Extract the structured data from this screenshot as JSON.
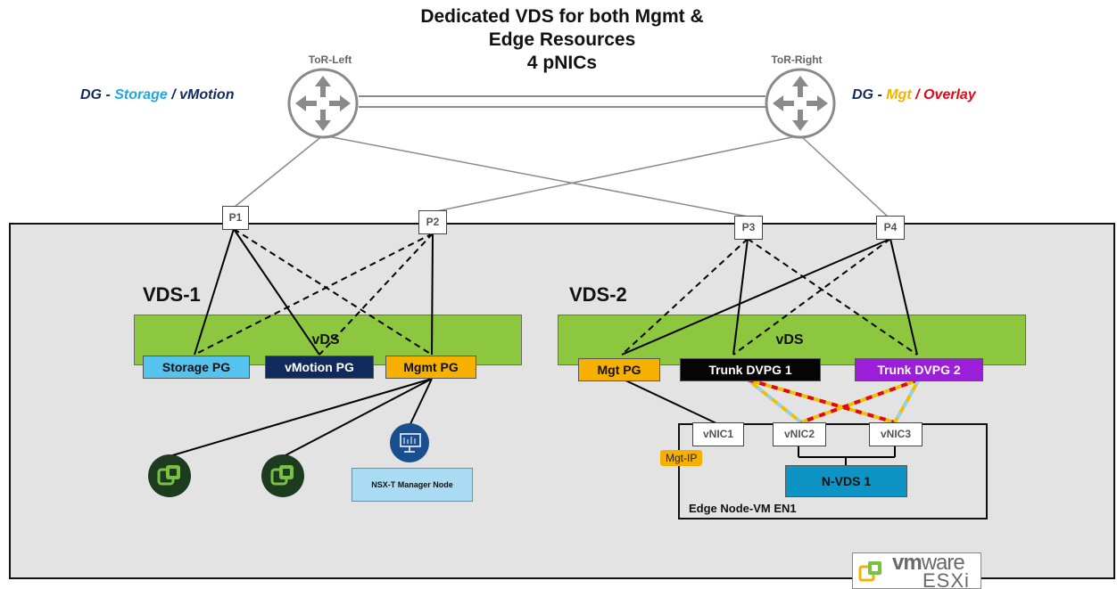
{
  "title_line1": "Dedicated VDS for both Mgmt &",
  "title_line2": "Edge Resources",
  "title_line3": "4 pNICs",
  "tor_left_label": "ToR-Left",
  "tor_right_label": "ToR-Right",
  "dg_left": {
    "prefix": "DG - ",
    "part1": "Storage",
    "sep": " / ",
    "part2": "vMotion"
  },
  "dg_right": {
    "prefix": "DG - ",
    "part1": "Mgt",
    "sep": " / ",
    "part2": "Overlay"
  },
  "colors": {
    "storage": "#1ea7e1",
    "vmotion": "#102a5e",
    "mgt": "#f6b000",
    "overlay": "#e30613",
    "vds_green": "#8dc63f",
    "trunk2_purple": "#9b1fd9",
    "nvds_blue": "#0d94c5"
  },
  "ports": [
    "P1",
    "P2",
    "P3",
    "P4"
  ],
  "vds1": {
    "label": "VDS-1",
    "inner": "vDS",
    "pgs": [
      "Storage PG",
      "vMotion PG",
      "Mgmt PG"
    ]
  },
  "vds2": {
    "label": "VDS-2",
    "inner": "vDS",
    "pgs": [
      "Mgt PG",
      "Trunk DVPG 1",
      "Trunk DVPG 2"
    ]
  },
  "vnics": [
    "vNIC1",
    "vNIC2",
    "vNIC3"
  ],
  "mgt_ip": "Mgt-IP",
  "nvds": "N-VDS 1",
  "edge_node": "Edge Node-VM EN1",
  "nsx_manager": "NSX-T Manager Node",
  "vmware_brand": {
    "vm": "vm",
    "ware": "ware",
    "product": "ESXi"
  }
}
